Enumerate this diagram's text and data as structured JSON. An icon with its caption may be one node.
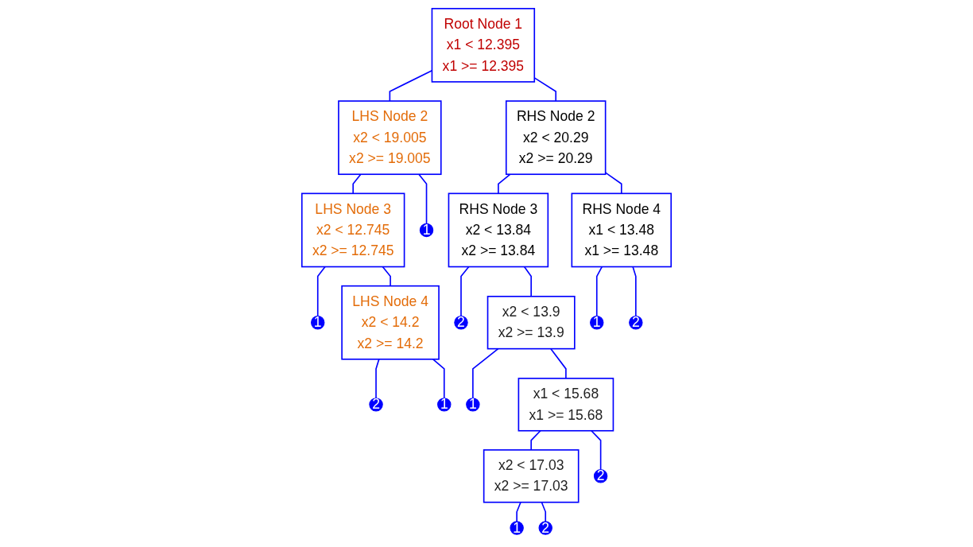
{
  "diagram": {
    "nodes": [
      {
        "text": [
          "Root Node 1",
          "x1 < 12.395",
          "x1 >= 12.395"
        ]
      },
      {
        "text": [
          "LHS Node 2",
          "x2 < 19.005",
          "x2 >= 19.005"
        ]
      },
      {
        "text": [
          "RHS Node 2",
          "x2 < 20.29",
          "x2 >= 20.29"
        ]
      },
      {
        "text": [
          "LHS Node 3",
          "x2 < 12.745",
          "x2 >= 12.745"
        ]
      },
      {
        "text": [
          "1"
        ]
      },
      {
        "text": [
          "RHS Node 3",
          "x2 < 13.84",
          "x2 >= 13.84"
        ]
      },
      {
        "text": [
          "RHS Node 4",
          "x1 < 13.48",
          "x1 >= 13.48"
        ]
      },
      {
        "text": [
          "1"
        ]
      },
      {
        "text": [
          "LHS Node 4",
          "x2 < 14.2",
          "x2 >= 14.2"
        ]
      },
      {
        "text": [
          "2"
        ]
      },
      {
        "text": [
          "x2 < 13.9",
          "x2 >= 13.9"
        ]
      },
      {
        "text": [
          "1"
        ]
      },
      {
        "text": [
          "2"
        ]
      },
      {
        "text": [
          "2"
        ]
      },
      {
        "text": [
          "1"
        ]
      },
      {
        "text": [
          "1"
        ]
      },
      {
        "text": [
          "x1 < 15.68",
          "x1 >= 15.68"
        ]
      },
      {
        "text": [
          "x2 < 17.03",
          "x2 >= 17.03"
        ]
      },
      {
        "text": [
          "2"
        ]
      },
      {
        "text": [
          "1"
        ]
      },
      {
        "text": [
          "2"
        ]
      }
    ],
    "edges": [
      {
        "from": 0,
        "to": 1,
        "arrow": "none"
      },
      {
        "from": 0,
        "to": 2,
        "arrow": "none"
      },
      {
        "from": 1,
        "to": 3,
        "arrow": "none"
      },
      {
        "from": 1,
        "to": 4,
        "arrow": "none"
      },
      {
        "from": 2,
        "to": 5,
        "arrow": "none"
      },
      {
        "from": 2,
        "to": 6,
        "arrow": "none"
      },
      {
        "from": 3,
        "to": 7,
        "arrow": "none"
      },
      {
        "from": 3,
        "to": 8,
        "arrow": "none"
      },
      {
        "from": 5,
        "to": 9,
        "arrow": "none"
      },
      {
        "from": 5,
        "to": 10,
        "arrow": "none"
      },
      {
        "from": 6,
        "to": 11,
        "arrow": "none"
      },
      {
        "from": 6,
        "to": 12,
        "arrow": "none"
      },
      {
        "from": 8,
        "to": 13,
        "arrow": "none"
      },
      {
        "from": 8,
        "to": 14,
        "arrow": "none"
      },
      {
        "from": 10,
        "to": 15,
        "arrow": "none"
      },
      {
        "from": 10,
        "to": 16,
        "arrow": "none"
      },
      {
        "from": 16,
        "to": 17,
        "arrow": "none"
      },
      {
        "from": 16,
        "to": 18,
        "arrow": "none"
      },
      {
        "from": 17,
        "to": 19,
        "arrow": "none"
      },
      {
        "from": 17,
        "to": 20,
        "arrow": "none"
      }
    ]
  }
}
